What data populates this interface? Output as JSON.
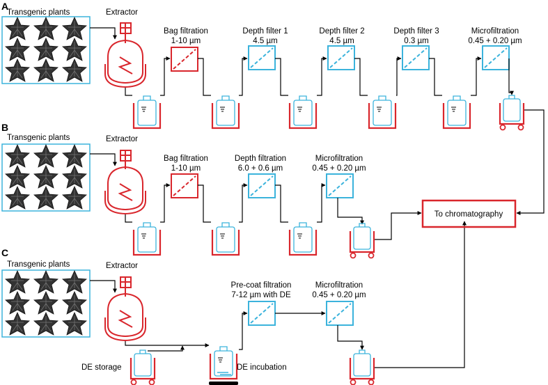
{
  "colors": {
    "red": "#d9262c",
    "blue": "#3bb3dc",
    "line": "#000000",
    "leaf": "#333333"
  },
  "sections": [
    {
      "letter": "A",
      "plants": "Transgenic plants",
      "extractor": "Extractor",
      "filters": [
        {
          "title": "Bag filtration",
          "spec": "1-10 µm",
          "kind": "bag"
        },
        {
          "title": "Depth filter 1",
          "spec": "4.5 µm",
          "kind": "depth"
        },
        {
          "title": "Depth filter 2",
          "spec": "4.5 µm",
          "kind": "depth"
        },
        {
          "title": "Depth filter 3",
          "spec": "0.3 µm",
          "kind": "depth"
        },
        {
          "title": "Microfiltration",
          "spec": "0.45 + 0.20 µm",
          "kind": "depth"
        }
      ]
    },
    {
      "letter": "B",
      "plants": "Transgenic plants",
      "extractor": "Extractor",
      "filters": [
        {
          "title": "Bag filtration",
          "spec": "1-10 µm",
          "kind": "bag"
        },
        {
          "title": "Depth filtration",
          "spec": "6.0 + 0.6 µm",
          "kind": "depth"
        },
        {
          "title": "Microfiltration",
          "spec": "0.45 + 0.20 µm",
          "kind": "depth"
        }
      ]
    },
    {
      "letter": "C",
      "plants": "Transgenic plants",
      "extractor": "Extractor",
      "filters": [
        {
          "title": "Pre-coat filtration",
          "spec": "7-12 µm with DE",
          "kind": "depth"
        },
        {
          "title": "Microfiltration",
          "spec": "0.45 + 0.20 µm",
          "kind": "depth"
        }
      ],
      "de_storage": "DE storage",
      "de_incubation": "DE incubation"
    }
  ],
  "destination": "To chromatography"
}
